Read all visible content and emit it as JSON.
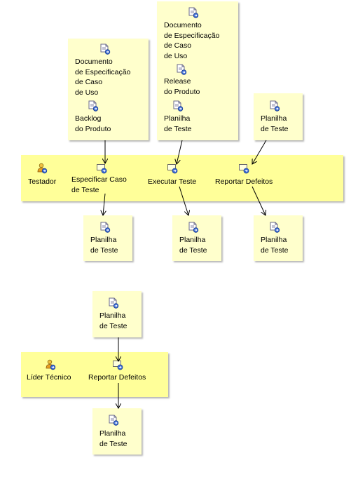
{
  "artifacts": {
    "doc_caso_uso": "Documento\nde Especificação\nde Caso\nde Uso",
    "backlog": "Backlog\ndo Produto",
    "release": "Release\ndo Produto",
    "planilha": "Planilha\nde Teste"
  },
  "roles": {
    "testador": "Testador",
    "lider_tecnico": "Líder Técnico"
  },
  "tasks": {
    "especificar": "Especificar Caso\nde Teste",
    "executar": "Executar Teste",
    "reportar": "Reportar Defeitos"
  },
  "colors": {
    "artifact_box": "#ffffcc",
    "activity_band": "#ffff99",
    "icon_blue": "#3b6bd6"
  }
}
